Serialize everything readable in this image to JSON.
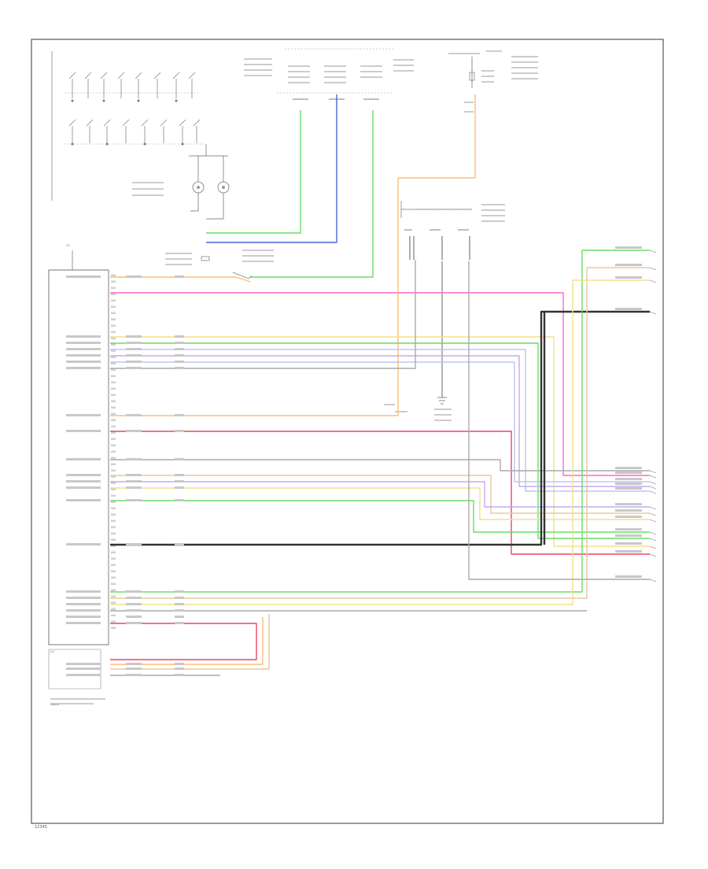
{
  "footer": {
    "code": "12345"
  },
  "radio": {
    "connector_a": "C1",
    "connector_b": "C2",
    "module_label": "RADIO"
  },
  "colors": {
    "pink": "#ff66cc",
    "orange": "#ffbb77",
    "yellow": "#f3e08a",
    "green": "#66dd66",
    "light_blue": "#b8c8f0",
    "blue": "#4466dd",
    "violet": "#c8a8f0",
    "black": "#333333",
    "red": "#ee4466",
    "tan": "#e8c8a0",
    "grey": "#aaaaaa",
    "brown": "#c08860"
  }
}
